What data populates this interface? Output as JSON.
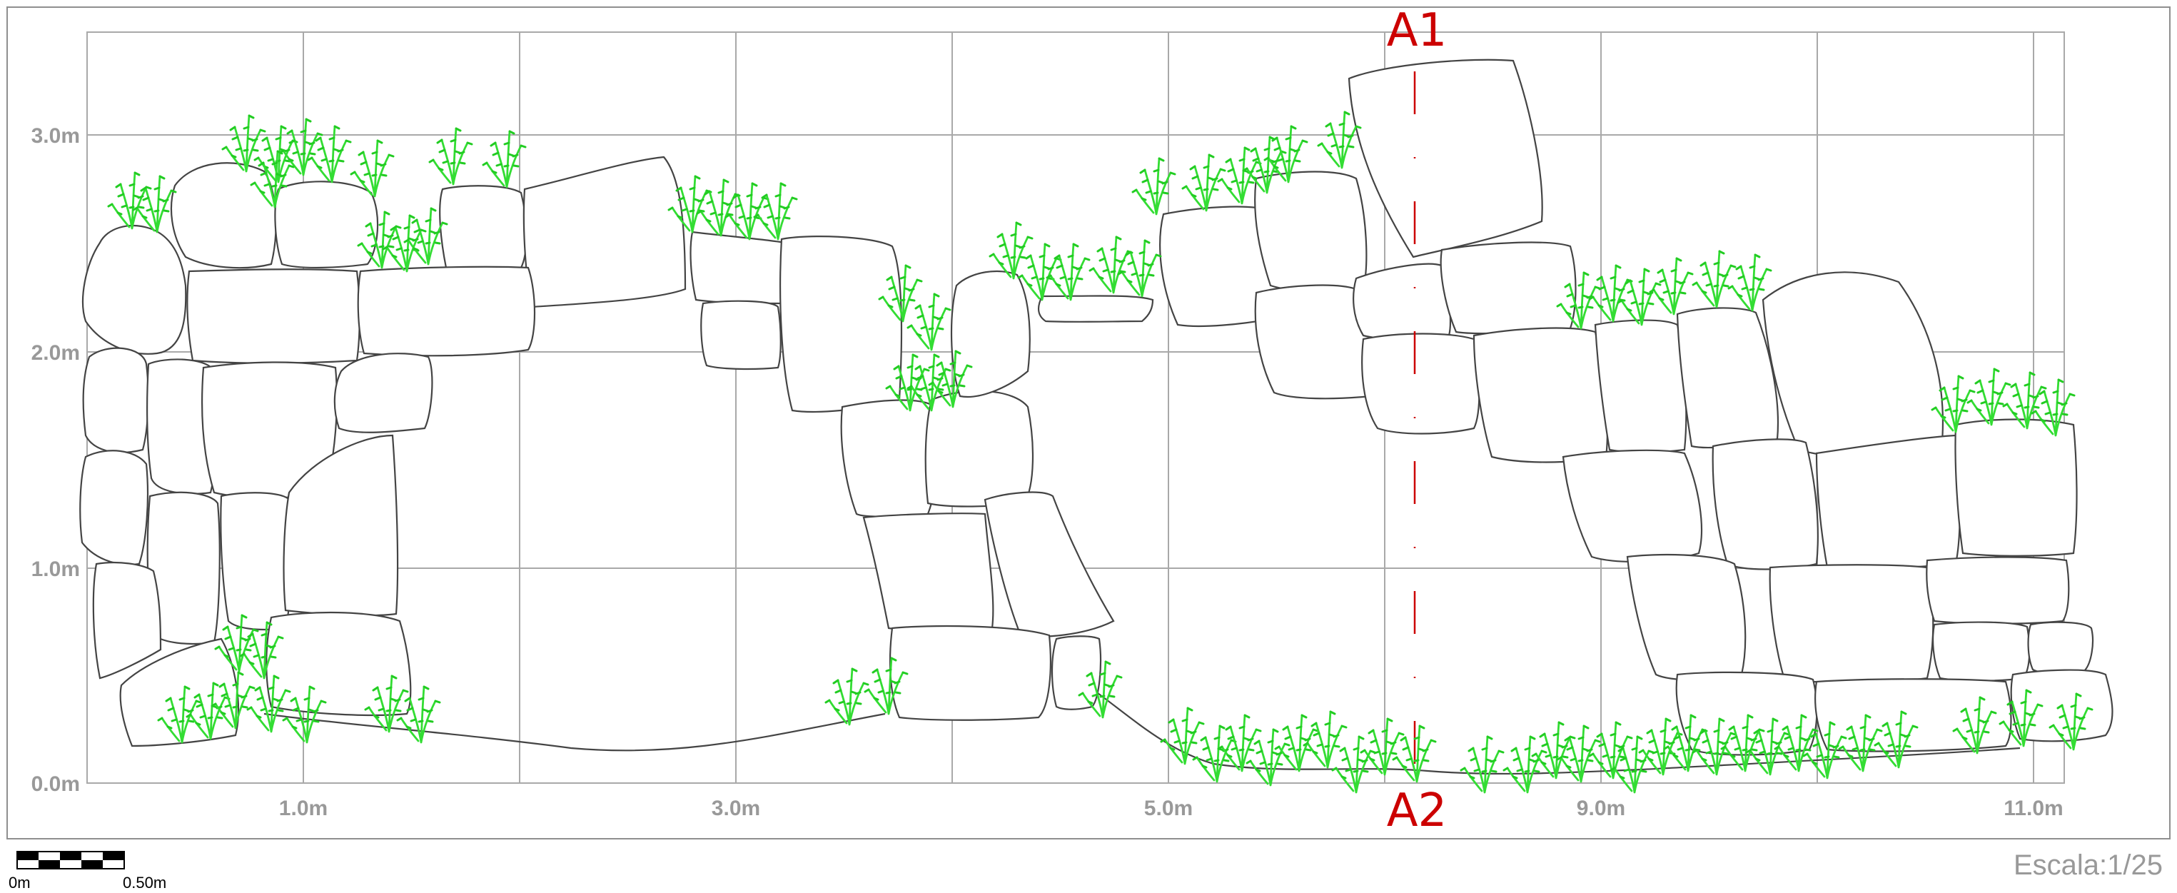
{
  "y_axis_labels": [
    {
      "id": "y-0",
      "text": "0.0m"
    },
    {
      "id": "y-1",
      "text": "1.0m"
    },
    {
      "id": "y-2",
      "text": "2.0m"
    },
    {
      "id": "y-3",
      "text": "3.0m"
    }
  ],
  "x_axis_labels": [
    {
      "id": "x-1",
      "text": "1.0m"
    },
    {
      "id": "x-3",
      "text": "3.0m"
    },
    {
      "id": "x-5",
      "text": "5.0m"
    },
    {
      "id": "x-9",
      "text": "9.0m"
    },
    {
      "id": "x-11",
      "text": "11.0m"
    }
  ],
  "section_line": {
    "top_label": "A1",
    "bottom_label": "A2",
    "color": "#cc0000"
  },
  "scale": {
    "ratio_text": "Escala:1/25",
    "bar_start_label": "0m",
    "bar_end_label": "0.50m"
  },
  "colors": {
    "grid": "#a9a9a9",
    "stone_outline": "#444444",
    "vegetation": "#33dd33",
    "section_line": "#cc0000",
    "axis_text": "#999999"
  },
  "vegetation_icon": "grass-tuft-icon"
}
